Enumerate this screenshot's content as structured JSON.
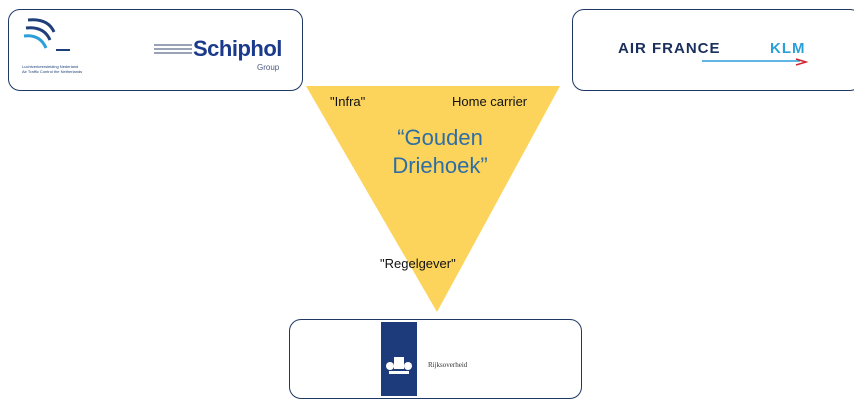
{
  "diagram": {
    "center_title_line1": "“Gouden",
    "center_title_line2": "Driehoek”",
    "vertex_labels": {
      "infra": "\"Infra\"",
      "home_carrier": "Home carrier",
      "regelgever": "\"Regelgever\""
    },
    "triangle_color": "#fcd45c",
    "title_color": "#2f6ea5",
    "border_color": "#1f3864"
  },
  "logos": {
    "lvnl": {
      "tagline_line1": "Luchtverkeersleiding Nederland",
      "tagline_line2": "Air Traffic Control the Netherlands"
    },
    "schiphol": {
      "name": "Schiphol",
      "sub": "Group"
    },
    "afklm": {
      "af": "AIR FRANCE",
      "klm": "KLM"
    },
    "rijksoverheid": {
      "name": "Rijksoverheid"
    }
  }
}
